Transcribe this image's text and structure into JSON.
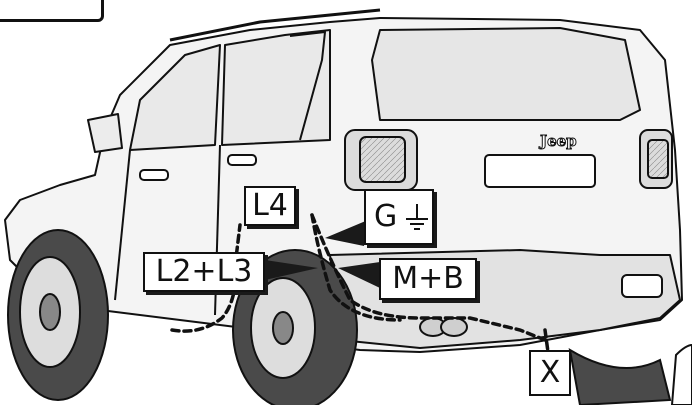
{
  "brand_badge": "Jeep",
  "labels": {
    "l4": "L4",
    "g": "G",
    "l2l3": "L2+L3",
    "mb": "M+B",
    "x": "X"
  },
  "icons": {
    "ground": "ground-symbol-icon"
  },
  "colors": {
    "line": "#111111",
    "fill_light": "#f2f2f2",
    "fill_mid": "#d9d9d9",
    "tire": "#4a4a4a",
    "shadow": "#1a1a1a"
  }
}
